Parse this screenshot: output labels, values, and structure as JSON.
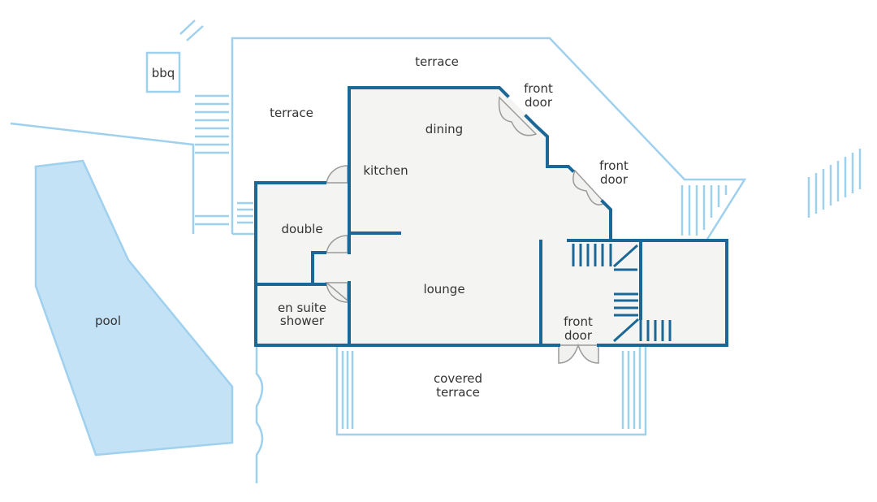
{
  "colors": {
    "wall": "#1b6896",
    "outdoor": "#9fd0ee",
    "pool": "#c3e2f6",
    "floor": "#f4f4f3",
    "text": "#333333"
  },
  "labels": {
    "terrace_top": "terrace",
    "terrace_left": "terrace",
    "bbq": "bbq",
    "dining": "dining",
    "kitchen": "kitchen",
    "double": "double",
    "en_suite": [
      "en suite",
      "shower"
    ],
    "lounge": "lounge",
    "pool": "pool",
    "covered_terrace": [
      "covered",
      "terrace"
    ],
    "front_door_1": [
      "front",
      "door"
    ],
    "front_door_2": [
      "front",
      "door"
    ],
    "front_door_3": [
      "front",
      "door"
    ]
  }
}
